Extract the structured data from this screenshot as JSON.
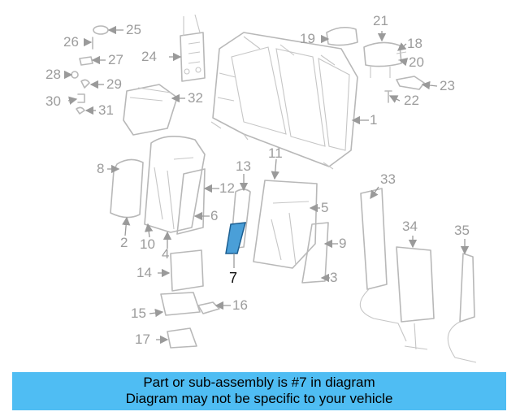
{
  "diagram": {
    "highlighted_part": "7",
    "highlight_color": "#4a9fd8",
    "callouts": [
      {
        "id": "c1",
        "label": "1"
      },
      {
        "id": "c2",
        "label": "2"
      },
      {
        "id": "c3",
        "label": "3"
      },
      {
        "id": "c4",
        "label": "4"
      },
      {
        "id": "c5",
        "label": "5"
      },
      {
        "id": "c6",
        "label": "6"
      },
      {
        "id": "c7",
        "label": "7"
      },
      {
        "id": "c8",
        "label": "8"
      },
      {
        "id": "c9",
        "label": "9"
      },
      {
        "id": "c10",
        "label": "10"
      },
      {
        "id": "c11",
        "label": "11"
      },
      {
        "id": "c12",
        "label": "12"
      },
      {
        "id": "c13",
        "label": "13"
      },
      {
        "id": "c14",
        "label": "14"
      },
      {
        "id": "c15",
        "label": "15"
      },
      {
        "id": "c16",
        "label": "16"
      },
      {
        "id": "c17",
        "label": "17"
      },
      {
        "id": "c18",
        "label": "18"
      },
      {
        "id": "c19",
        "label": "19"
      },
      {
        "id": "c20",
        "label": "20"
      },
      {
        "id": "c21",
        "label": "21"
      },
      {
        "id": "c22",
        "label": "22"
      },
      {
        "id": "c23",
        "label": "23"
      },
      {
        "id": "c24",
        "label": "24"
      },
      {
        "id": "c25",
        "label": "25"
      },
      {
        "id": "c26",
        "label": "26"
      },
      {
        "id": "c27",
        "label": "27"
      },
      {
        "id": "c28",
        "label": "28"
      },
      {
        "id": "c29",
        "label": "29"
      },
      {
        "id": "c30",
        "label": "30"
      },
      {
        "id": "c31",
        "label": "31"
      },
      {
        "id": "c32",
        "label": "32"
      },
      {
        "id": "c33",
        "label": "33"
      },
      {
        "id": "c34",
        "label": "34"
      },
      {
        "id": "c35",
        "label": "35"
      }
    ]
  },
  "banner": {
    "line1": "Part or sub-assembly is #7 in diagram",
    "line2": "Diagram may not be specific to your vehicle",
    "background": "#4fbdf3"
  }
}
